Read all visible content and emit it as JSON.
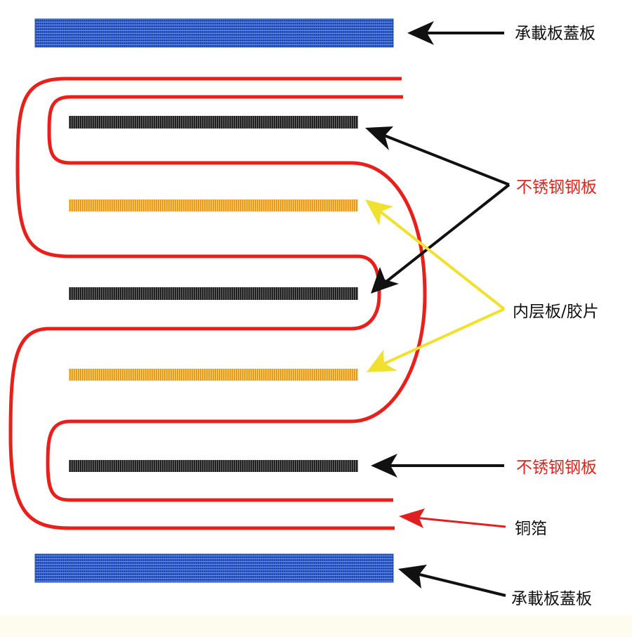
{
  "labels": {
    "cover_top": "承載板蓋板",
    "stainless_1": "不锈钢钢板",
    "inner_layer": "内层板/胶片",
    "stainless_2": "不锈钢钢板",
    "copper_foil": "铜箔",
    "cover_bottom": "承載板蓋板"
  },
  "colors": {
    "cover_plate": "#1f4fb0",
    "copper_foil_line": "#e8201c",
    "stainless_plate": "#2b2b2b",
    "prepreg_plate": "#f0a020",
    "black_arrow": "#111111",
    "yellow_arrow": "#f0e030",
    "red_arrow": "#e02020",
    "red_label": "#d8261f",
    "black_label": "#111111"
  }
}
